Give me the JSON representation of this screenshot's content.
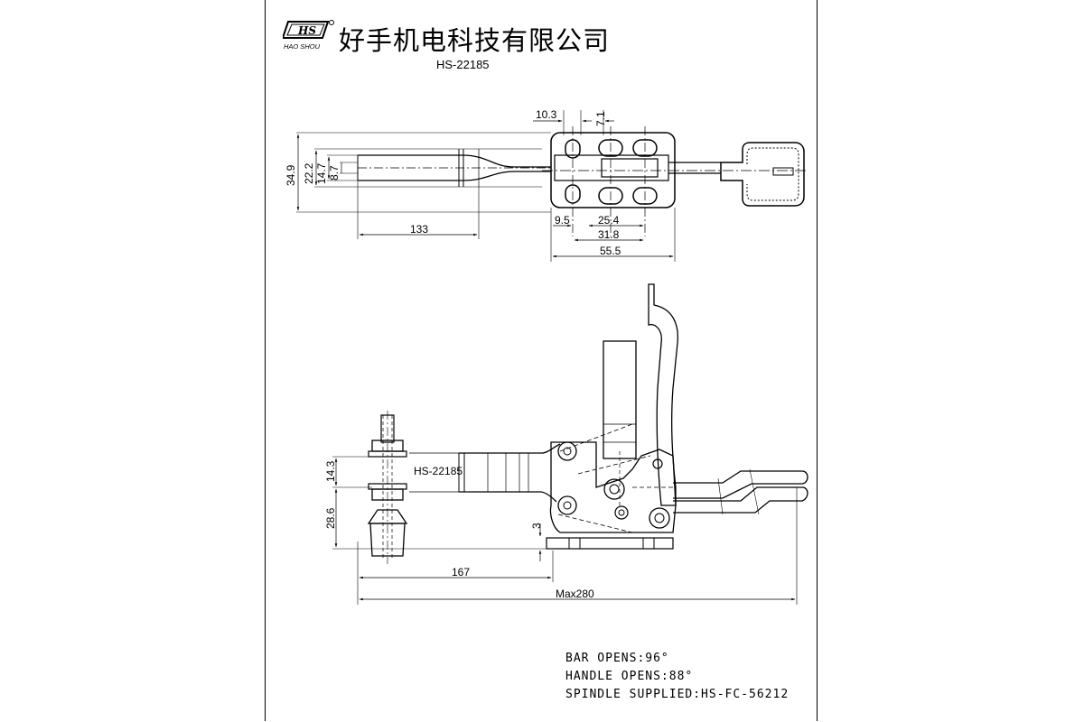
{
  "header": {
    "logo_text": "HS",
    "logo_sub": "HAO SHOU",
    "company_name": "好手机电科技有限公司",
    "model": "HS-22185"
  },
  "top_view": {
    "dims": {
      "d_10_3": "10.3",
      "d_7_1": "7.1",
      "d_34_9": "34.9",
      "d_22_2": "22.2",
      "d_14_7": "14.7",
      "d_8_7": "8.7",
      "d_133": "133",
      "d_9_5": "9.5",
      "d_25_4": "25.4",
      "d_31_8": "31.8",
      "d_55_5": "55.5"
    }
  },
  "side_view": {
    "label": "HS-22185",
    "dims": {
      "d_14_3": "14.3",
      "d_28_6": "28.6",
      "d_3": "3",
      "d_167": "167",
      "d_max280": "Max280"
    }
  },
  "specs": {
    "bar_opens": "BAR OPENS:96°",
    "handle_opens": "HANDLE OPENS:88°",
    "spindle": "SPINDLE SUPPLIED:HS-FC-56212"
  }
}
